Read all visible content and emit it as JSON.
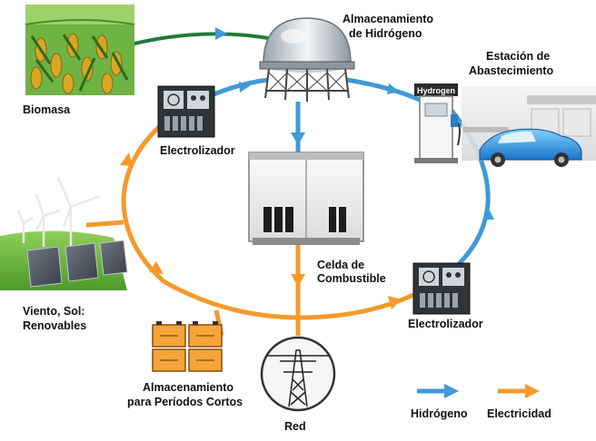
{
  "labels": {
    "biomass": "Biomasa",
    "hydrogen_storage_line1": "Almacenamiento",
    "hydrogen_storage_line2": "de Hidrógeno",
    "station_line1": "Estación de",
    "station_line2": "Abastecimiento",
    "electrolyzer_top": "Electrolizador",
    "fuel_cell_line1": "Celda de",
    "fuel_cell_line2": "Combustible",
    "renewables_line1": "Viento, Sol:",
    "renewables_line2": "Renovables",
    "electrolyzer_bottom": "Electrolizador",
    "short_storage_line1": "Almacenamiento",
    "short_storage_line2": "para Períodos Cortos",
    "grid": "Red",
    "pump_sign": "Hydrogen"
  },
  "legend": {
    "hydrogen": "Hidrógeno",
    "electricity": "Electricidad"
  },
  "colors": {
    "hydrogen": "#3f9ad6",
    "electricity": "#f39a2b",
    "biomass_flow": "#1f7a3c"
  }
}
